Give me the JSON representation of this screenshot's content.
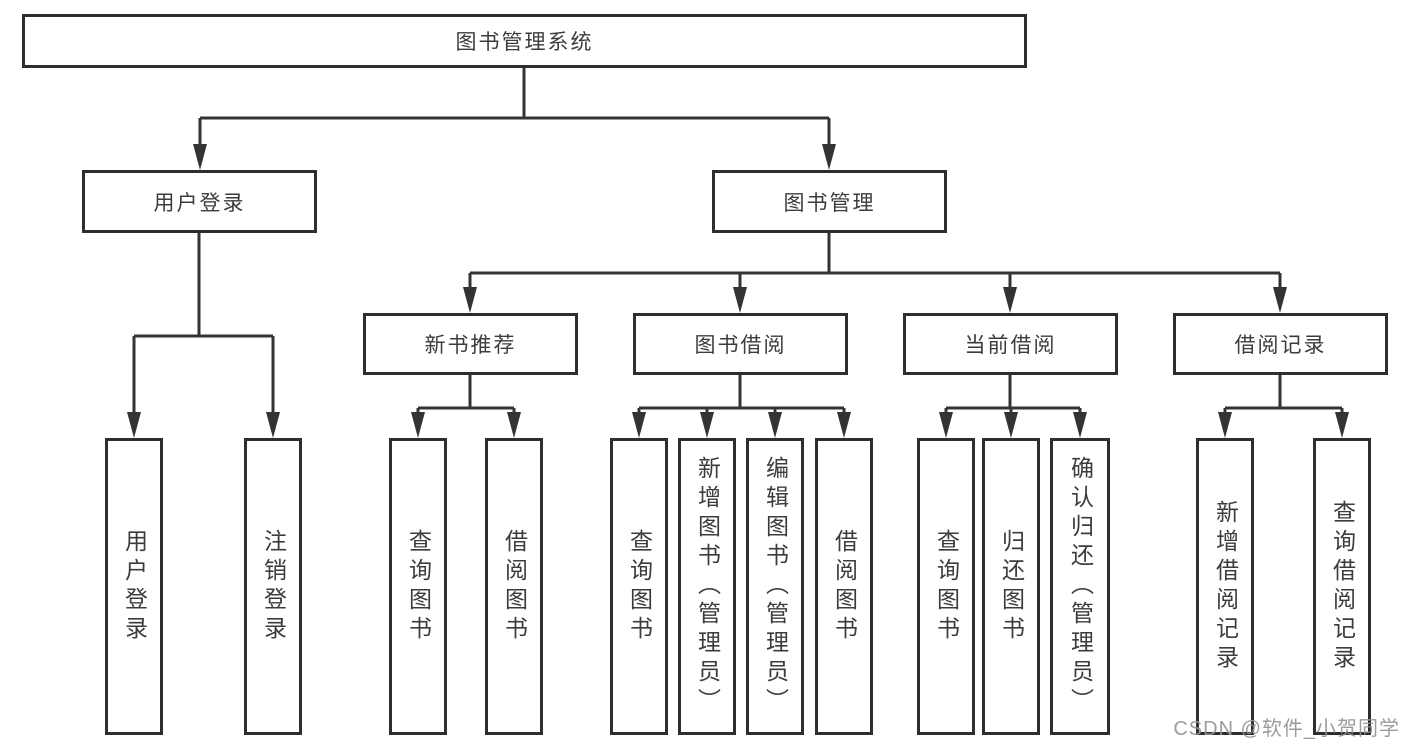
{
  "diagram": {
    "root_label": "图书管理系统",
    "branches": [
      {
        "label": "用户登录",
        "leaves": [
          "用户登录",
          "注销登录"
        ]
      },
      {
        "label": "图书管理",
        "categories": [
          {
            "label": "新书推荐",
            "leaves": [
              "查询图书",
              "借阅图书"
            ]
          },
          {
            "label": "图书借阅",
            "leaves": [
              "查询图书",
              "新增图书（管理员）",
              "编辑图书（管理员）",
              "借阅图书"
            ]
          },
          {
            "label": "当前借阅",
            "leaves": [
              "查询图书",
              "归还图书",
              "确认归还（管理员）"
            ]
          },
          {
            "label": "借阅记录",
            "leaves": [
              "新增借阅记录",
              "查询借阅记录"
            ]
          }
        ]
      }
    ]
  },
  "watermark": "CSDN @软件_小贺同学",
  "colors": {
    "line": "#333333",
    "box_border": "#2e2e2e",
    "text": "#3c3c3c",
    "background": "#ffffff",
    "watermark": "#949494"
  }
}
